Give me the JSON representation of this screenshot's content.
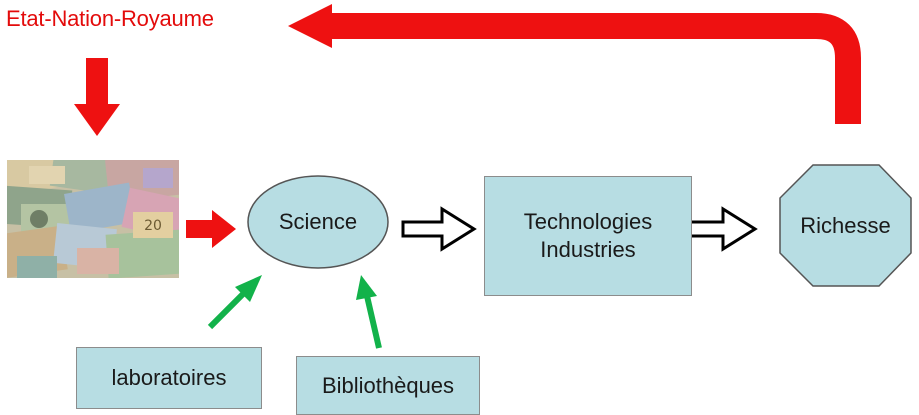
{
  "title": "Etat-Nation-Royaume",
  "nodes": {
    "science": "Science",
    "technologies_line1": "Technologies",
    "technologies_line2": "Industries",
    "richesse": "Richesse",
    "laboratoires": "laboratoires",
    "bibliotheques": "Bibliothèques"
  },
  "image": {
    "subject": "banknotes-collage",
    "icon": "money-photo"
  },
  "colors": {
    "title": "#e30b0b",
    "red_arrow": "#ee1111",
    "green_arrow": "#12b24a",
    "node_fill": "#b7dde3",
    "node_border": "#8c8c8c"
  }
}
